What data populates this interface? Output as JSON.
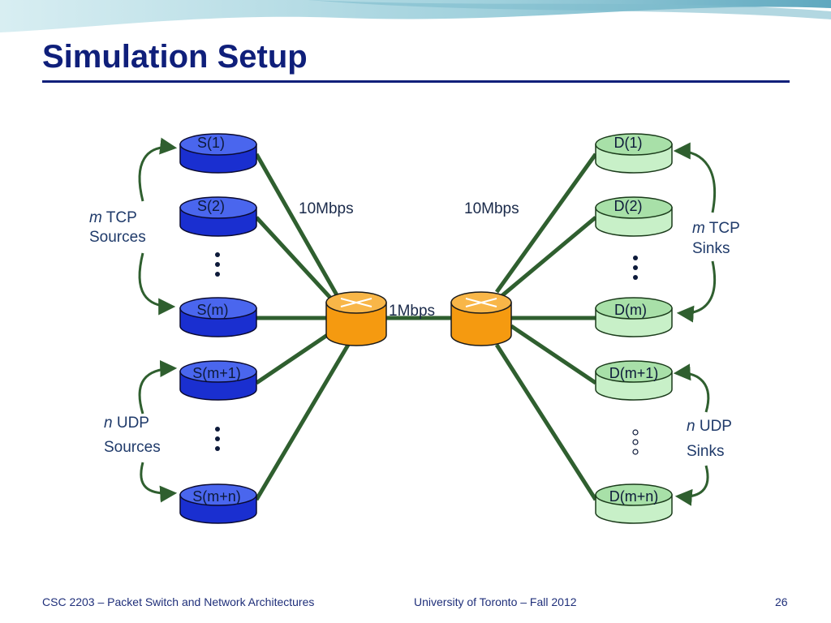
{
  "slide": {
    "title": "Simulation Setup",
    "footer_left": "CSC 2203 – Packet Switch and Network Architectures",
    "footer_center": "University of Toronto – Fall 2012",
    "page_number": "26"
  },
  "diagram": {
    "sources_tcp": [
      "S(1)",
      "S(2)",
      "S(m)"
    ],
    "sources_udp": [
      "S(m+1)",
      "S(m+n)"
    ],
    "sinks_tcp": [
      "D(1)",
      "D(2)",
      "D(m)"
    ],
    "sinks_udp": [
      "D(m+1)",
      "D(m+n)"
    ],
    "link_labels": {
      "left": "10Mbps",
      "right": "10Mbps",
      "bottleneck": "1Mbps"
    },
    "groups": {
      "tcp_sources": {
        "var": "m",
        "line1": "TCP",
        "line2": "Sources"
      },
      "udp_sources": {
        "var": "n",
        "line1": "UDP",
        "line2": "Sources"
      },
      "tcp_sinks": {
        "var": "m",
        "line1": "TCP",
        "line2": "Sinks"
      },
      "udp_sinks": {
        "var": "n",
        "line1": "UDP",
        "line2": "Sinks"
      }
    },
    "colors": {
      "source": "#1a2fd0",
      "sink": "#c8f0c8",
      "router": "#f59a10",
      "link": "#2f5f2f",
      "title": "#0f1f7a"
    }
  }
}
